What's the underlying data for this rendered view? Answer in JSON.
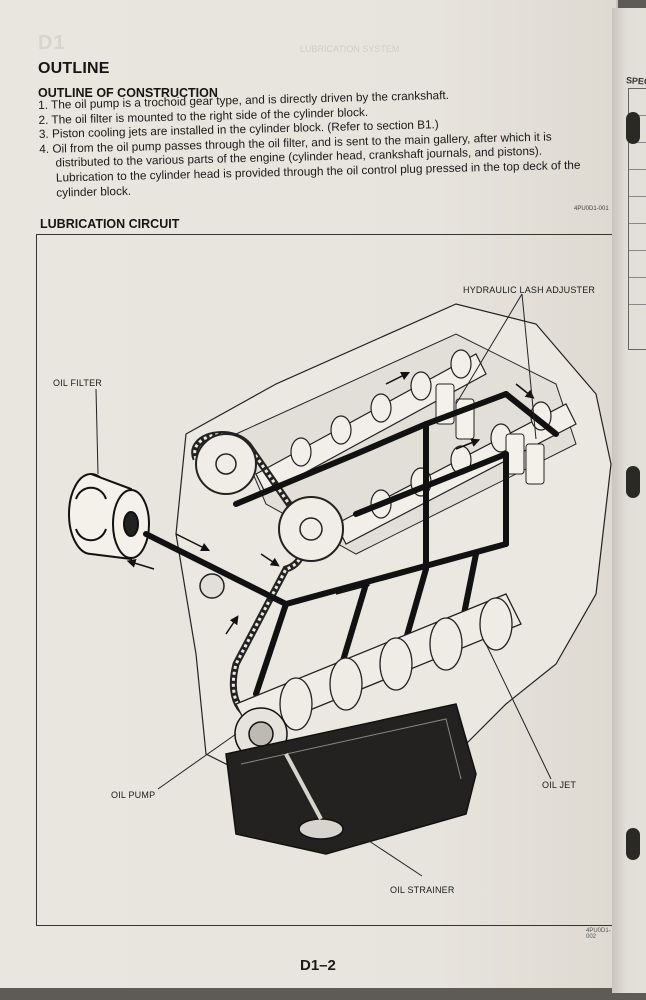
{
  "header": {
    "ghost_section": "D1",
    "ghost_center": "LUBRICATION SYSTEM"
  },
  "outline": {
    "title": "OUTLINE",
    "subtitle": "OUTLINE OF CONSTRUCTION",
    "items": [
      "1. The oil pump is a trochoid gear type, and is directly driven by the crankshaft.",
      "2. The oil filter is mounted to the right side of the cylinder block.",
      "3. Piston cooling jets are installed in the cylinder block.  (Refer to section B1.)",
      "4. Oil from the oil pump passes through the oil filter, and is sent to the main gallery, after which it is",
      "distributed to the various parts of the engine (cylinder head, crankshaft journals, and pistons).",
      "Lubrication to the cylinder head is provided through the oil control plug pressed in the top deck of the",
      "cylinder block."
    ],
    "docref": "4PU0D1-001"
  },
  "circuit": {
    "title": "LUBRICATION CIRCUIT",
    "labels": {
      "hydraulic_lash_adjuster": "HYDRAULIC LASH ADJUSTER",
      "oil_filter": "OIL FILTER",
      "oil_pump": "OIL PUMP",
      "oil_jet": "OIL JET",
      "oil_strainer": "OIL STRAINER"
    },
    "figref": "4PU0D1-002"
  },
  "footer": {
    "page_number": "D1–2"
  },
  "next_page": {
    "heading": "SPEC"
  },
  "colors": {
    "paper": "#e7e4dd",
    "ink": "#151515",
    "background": "#5e5a55"
  }
}
